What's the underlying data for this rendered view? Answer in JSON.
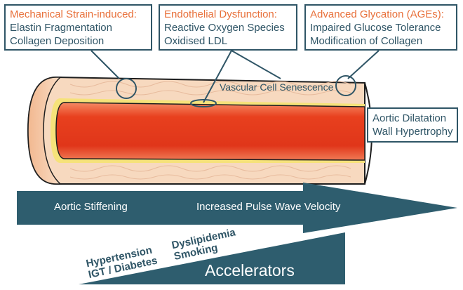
{
  "callouts": {
    "mechanical": {
      "title": "Mechanical Strain-induced:",
      "lines": [
        "Elastin Fragmentation",
        "Collagen Deposition"
      ]
    },
    "endothelial": {
      "title": "Endothelial Dysfunction:",
      "lines": [
        "Reactive Oxygen Species",
        "Oxidised LDL"
      ]
    },
    "glycation": {
      "title": "Advanced Glycation (AGEs):",
      "lines": [
        "Impaired Glucose Tolerance",
        "Modification of Collagen"
      ]
    },
    "dilatation": {
      "lines": [
        "Aortic Dilatation",
        "Wall Hypertrophy"
      ]
    }
  },
  "vessel_label": "Vascular Cell Senescence",
  "arrow": {
    "left_label": "Aortic Stiffening",
    "right_label": "Increased Pulse Wave Velocity"
  },
  "accelerators": {
    "title": "Accelerators",
    "group1": [
      "Hypertension",
      "IGT / Diabetes"
    ],
    "group2": [
      "Dyslipidemia",
      "Smoking"
    ]
  },
  "colors": {
    "box_border": "#2f5566",
    "title_text": "#e8703a",
    "arrow_fill": "#2e5d6e",
    "lumen": "#e8401e",
    "wall": "#f7d9bf"
  }
}
